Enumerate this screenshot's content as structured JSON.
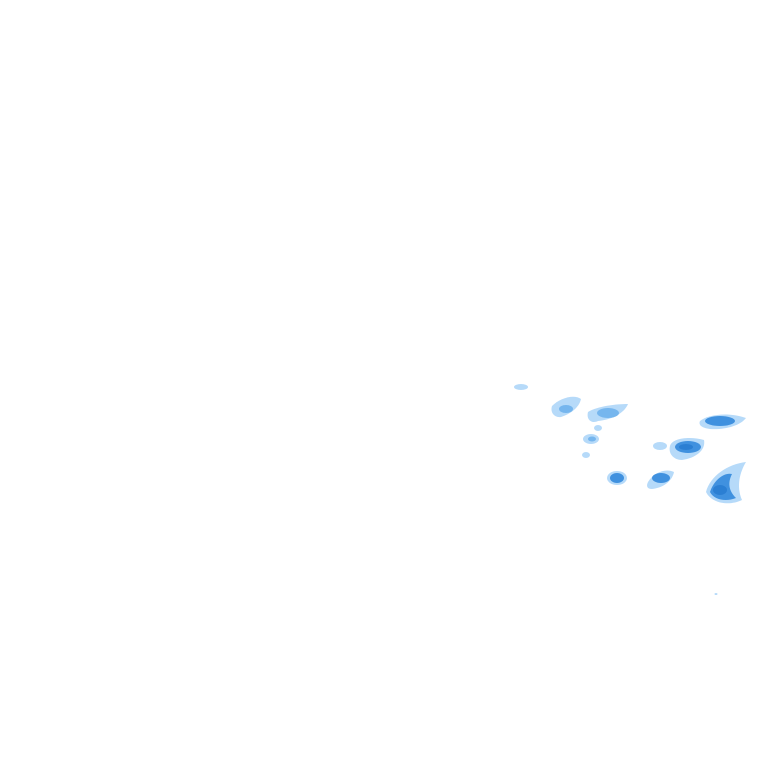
{
  "map": {
    "background_color": "#ffffff",
    "palette": {
      "light": "#a9d4f8",
      "medium": "#6fb1ec",
      "heavy": "#3a8ddd",
      "core": "#2b7fd3"
    },
    "echo_cells": [
      {
        "id": "cell-1",
        "intensity": "light"
      },
      {
        "id": "cell-2",
        "intensity": "medium"
      },
      {
        "id": "cell-3",
        "intensity": "medium"
      },
      {
        "id": "cell-4",
        "intensity": "light"
      },
      {
        "id": "cell-5",
        "intensity": "heavy"
      },
      {
        "id": "cell-6",
        "intensity": "heavy"
      },
      {
        "id": "cell-7",
        "intensity": "heavy"
      },
      {
        "id": "cell-8",
        "intensity": "heavy"
      },
      {
        "id": "cell-9",
        "intensity": "heavy"
      },
      {
        "id": "cell-10",
        "intensity": "light"
      }
    ]
  }
}
